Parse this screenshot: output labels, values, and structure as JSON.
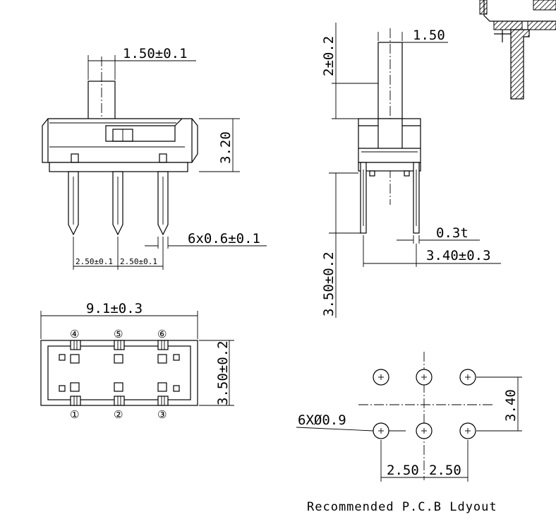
{
  "front_view": {
    "actuator_width": "1.50±0.1",
    "body_height": "3.20",
    "pin_width": "6x0.6±0.1",
    "pitch_left": "2.50±0.1",
    "pitch_right": "2.50±0.1"
  },
  "side_view": {
    "actuator_width": "1.50",
    "actuator_height": "2±0.2",
    "pin_length": "3.50±0.2",
    "pin_thickness": "0.3t",
    "pin_span": "3.40±0.3"
  },
  "top_view": {
    "body_length": "9.1±0.3",
    "body_width": "3.50±0.2",
    "pin_labels_top": [
      "④",
      "⑤",
      "⑥"
    ],
    "pin_labels_bottom": [
      "①",
      "②",
      "③"
    ]
  },
  "pcb_layout": {
    "hole_spec": "6XØ0.9",
    "row_spacing": "3.40",
    "pitch_left": "2.50",
    "pitch_right": "2.50",
    "caption": "Recommended P.C.B Ldyout"
  }
}
